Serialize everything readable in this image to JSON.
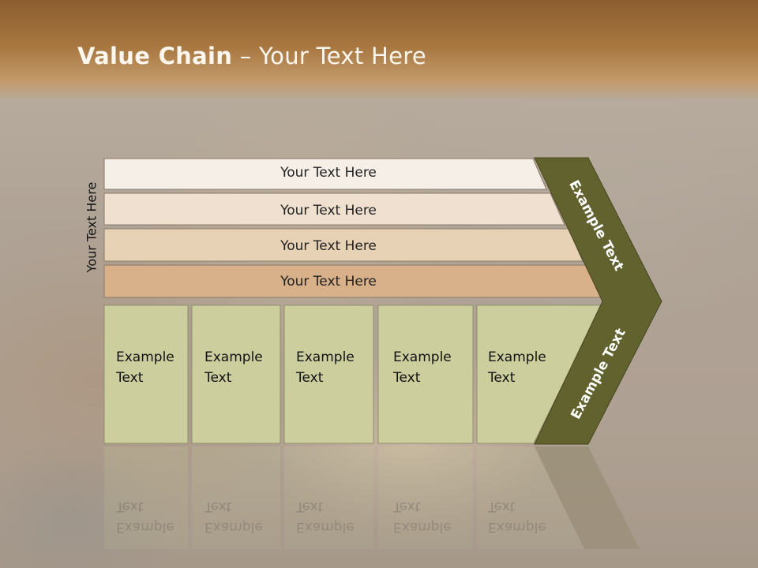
{
  "title": {
    "bold": "Value Chain",
    "rest": " – Your Text Here"
  },
  "side_label": "Your Text Here",
  "bars": [
    {
      "label": "Your Text Here"
    },
    {
      "label": "Your Text Here"
    },
    {
      "label": "Your Text Here"
    },
    {
      "label": "Your Text Here"
    }
  ],
  "boxes": [
    {
      "text": "Example\nText"
    },
    {
      "text": "Example\nText"
    },
    {
      "text": "Example\nText"
    },
    {
      "text": "Example\nText"
    },
    {
      "text": "Example\nText"
    }
  ],
  "chevron": {
    "upper": "Example Text",
    "lower": "Example Text"
  },
  "colors": {
    "bar_fills": [
      "#f6efe8",
      "#efe0cf",
      "#e8d2b6",
      "#d8b08a"
    ],
    "box_fill": "#ccce9e",
    "chevron_fill": "#62622f",
    "header": "#9c6c38"
  }
}
